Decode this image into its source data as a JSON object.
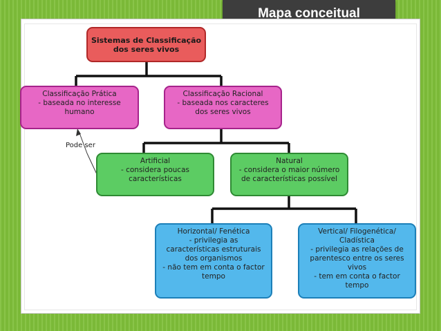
{
  "slide": {
    "title": "Mapa conceitual"
  },
  "nodes": {
    "root": [
      "Sistemas de Classificação",
      "dos seres vivos"
    ],
    "pratica": [
      "Classificação Prática",
      "- baseada no interesse",
      "humano"
    ],
    "racional": [
      "Classificação Racional",
      "- baseada nos caracteres",
      "dos seres vivos"
    ],
    "artificial": [
      "Artificial",
      "- considera poucas",
      "características"
    ],
    "natural": [
      "Natural",
      "- considera o maior número",
      "de características possível"
    ],
    "fenetica": [
      "Horizontal/ Fenética",
      "- privilegia as",
      "características estruturais",
      "dos organismos",
      "- não tem em conta o factor",
      "tempo"
    ],
    "filogenetica": [
      "Vertical/ Filogenética/",
      "Cladística",
      "- privilegia as relações de",
      "parentesco entre os seres",
      "vivos",
      "- tem em conta o factor",
      "tempo"
    ]
  },
  "annotation": {
    "pode_ser": "Pode ser"
  },
  "colors": {
    "red": "#e95c5c",
    "pink": "#e767c5",
    "green": "#5ccc63",
    "blue": "#53b8ec",
    "background": "#7fbf3a"
  }
}
